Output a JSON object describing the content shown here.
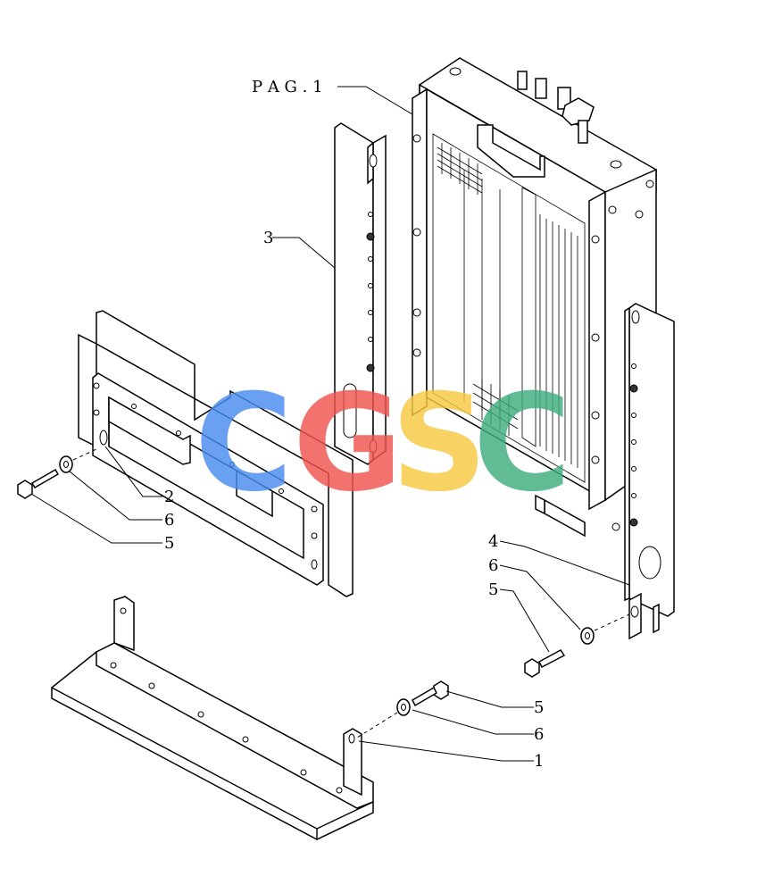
{
  "diagram": {
    "reference_label": "P A G . 1",
    "callouts": {
      "c3": "3",
      "c2": "2",
      "c6_left": "6",
      "c5_left": "5",
      "c4": "4",
      "c6_right": "6",
      "c5_right": "5",
      "c5_bottom": "5",
      "c6_bottom": "6",
      "c1": "1"
    }
  },
  "watermark": {
    "letters": [
      "C",
      "G",
      "S",
      "C"
    ],
    "colors": [
      "#4a8cf0",
      "#f0544f",
      "#f7c940",
      "#3fae7f"
    ]
  }
}
